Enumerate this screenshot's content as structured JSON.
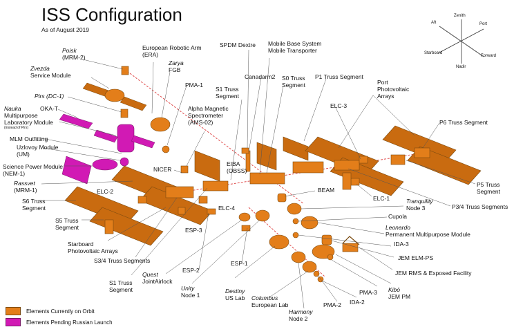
{
  "title": "ISS Configuration",
  "subtitle": "As of August 2019",
  "colors": {
    "on_orbit": "#E37E1A",
    "pending": "#D11AB4",
    "panel": "#C96B10",
    "leader": "#555555",
    "backbone": "#E05050"
  },
  "compass": {
    "zenith": "Zenith",
    "aft": "Aft",
    "port": "Port",
    "starboard": "Starboard",
    "forward": "Forward",
    "nadir": "Nadir"
  },
  "labels": {
    "poisk": [
      "Poisk",
      "(MRM-2)"
    ],
    "zvezda": [
      "Zvezda",
      "Service Module"
    ],
    "pirs": [
      "Pirs (DC-1)"
    ],
    "okat": [
      "OKA-T"
    ],
    "nauka": [
      "Nauka",
      "Multipurpose",
      "Laboratory Module",
      "(instead of Pirs)"
    ],
    "mlm_outfitting": [
      "MLM Outfitting"
    ],
    "uzlovoy": [
      "Uzlovoy Module",
      "(UM)"
    ],
    "nem": [
      "Science Power Module",
      "(NEM-1)"
    ],
    "rassvet": [
      "Rassvet",
      "(MRM-1)"
    ],
    "s6": [
      "S6 Truss",
      "Segment"
    ],
    "s5": [
      "S5 Truss",
      "Segment"
    ],
    "starboard_pv": [
      "Starboard",
      "Photovoltaic Arrays"
    ],
    "s34": [
      "S3/4 Truss Segments"
    ],
    "s1": [
      "S1 Truss",
      "Segment"
    ],
    "quest": [
      "Quest",
      "JointAirlock"
    ],
    "era": [
      "European Robotic Arm",
      "(ERA)"
    ],
    "zarya": [
      "Zarya",
      "FGB"
    ],
    "pma1": [
      "PMA-1"
    ],
    "s1truss": [
      "S1 Truss",
      "Segment"
    ],
    "ams": [
      "Alpha Magnetic",
      "Spectrometer",
      "(AMS-02)"
    ],
    "nicer": [
      "NICER"
    ],
    "elc2": [
      "ELC-2"
    ],
    "esp3": [
      "ESP-3"
    ],
    "esp2": [
      "ESP-2"
    ],
    "unity": [
      "Unity",
      "Node 1"
    ],
    "eiba": [
      "EIBA",
      "(OBSS)"
    ],
    "elc4": [
      "ELC-4"
    ],
    "esp1": [
      "ESP-1"
    ],
    "destiny": [
      "Destiny",
      "US Lab"
    ],
    "columbus": [
      "Columbus",
      "European Lab"
    ],
    "harmony": [
      "Harmony",
      "Node 2"
    ],
    "pma2": [
      "PMA-2"
    ],
    "ida2": [
      "IDA-2"
    ],
    "pma3": [
      "PMA-3"
    ],
    "kibo": [
      "Kibō",
      "JEM PM"
    ],
    "jem_rms": [
      "JEM RMS & Exposed Facility"
    ],
    "jem_elm": [
      "JEM ELM-PS"
    ],
    "ida3": [
      "IDA-3"
    ],
    "leonardo": [
      "Leonardo",
      "Permanent Multipurpose Module"
    ],
    "cupola": [
      "Cupola"
    ],
    "tranquility": [
      "Tranquility",
      "Node 3"
    ],
    "beam": [
      "BEAM"
    ],
    "elc1": [
      "ELC-1"
    ],
    "p34": [
      "P3/4 Truss Segments"
    ],
    "p5": [
      "P5 Truss",
      "Segment"
    ],
    "p6": [
      "P6 Truss Segment"
    ],
    "port_pv": [
      "Port",
      "Photovoltaic",
      "Arrays"
    ],
    "elc3": [
      "ELC-3"
    ],
    "p1": [
      "P1 Truss Segment"
    ],
    "s0": [
      "S0 Truss",
      "Segment"
    ],
    "canadarm2": [
      "Canadarm2"
    ],
    "mbs": [
      "Mobile Base System",
      "Mobile Transporter"
    ],
    "spdm": [
      "SPDM Dextre"
    ],
    "s1_top": [
      "S1 Truss",
      "Segment"
    ]
  },
  "legend": [
    {
      "label": "Elements Currently on Orbit",
      "color": "#E37E1A"
    },
    {
      "label": "Elements Pending Russian Launch",
      "color": "#D11AB4"
    }
  ]
}
